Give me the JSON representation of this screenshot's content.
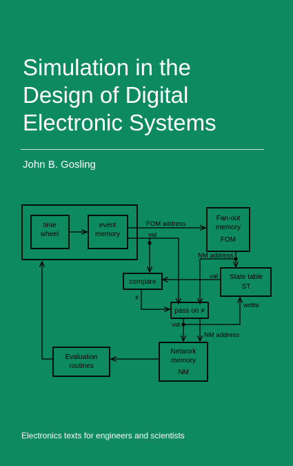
{
  "cover": {
    "title_lines": [
      "Simulation in the",
      "Design of Digital",
      "Electronic Systems"
    ],
    "author": "John B. Gosling",
    "series": "Electronics texts for engineers and scientists",
    "background": "#0e8a60"
  },
  "diagram": {
    "time_wheel": [
      "time",
      "wheel"
    ],
    "event_memory": [
      "event",
      "memory"
    ],
    "fom": [
      "Fan-out",
      "memory",
      "FOM"
    ],
    "compare": "compare",
    "pass_on": "pass on ≠",
    "state_table": [
      "State table",
      "ST"
    ],
    "network_memory": [
      "Network",
      "memory",
      "NM"
    ],
    "evaluation": [
      "Evaluation",
      "routines"
    ],
    "labels": {
      "fom_address": "FOM address",
      "val_top": "val",
      "nm_address_top": "NM address",
      "val_st": "val",
      "neq": "≠",
      "write": "writte",
      "val_bottom": "val",
      "nm_address_bottom": "NM address"
    }
  }
}
